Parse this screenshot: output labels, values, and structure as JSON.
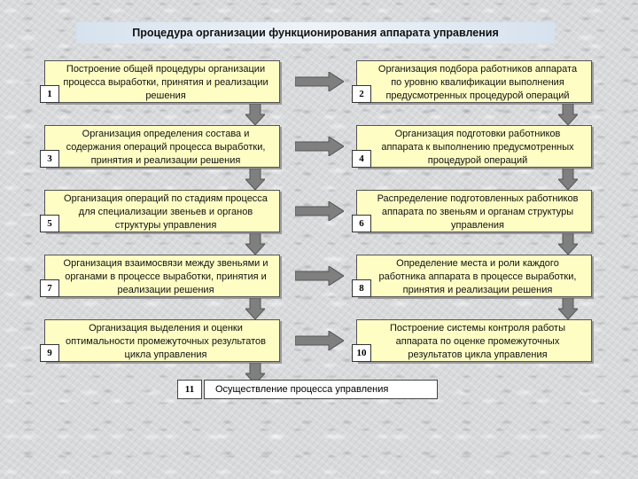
{
  "title": "Процедура организации функционирования аппарата управления",
  "steps": [
    {
      "num": "1",
      "text": "Построение общей процедуры организации процесса выработки, принятия и реализации  решения"
    },
    {
      "num": "2",
      "text": "Организация подбора работников аппарата по уровню квалификации выполнения предусмотренных процедурой операций"
    },
    {
      "num": "3",
      "text": "Организация определения состава и содержания операций процесса выработки, принятия и реализации решения"
    },
    {
      "num": "4",
      "text": "Организация подготовки работников аппарата к выполнению предусмотренных процедурой операций"
    },
    {
      "num": "5",
      "text": "Организация операций по стадиям процесса для специализации звеньев и органов структуры управления"
    },
    {
      "num": "6",
      "text": "Распределение подготовленных работников аппарата  по звеньям и органам структуры управления"
    },
    {
      "num": "7",
      "text": "Организация взаимосвязи между звеньями и органами в процессе выработки, принятия и реализации решения"
    },
    {
      "num": "8",
      "text": "Определение места и роли каждого работника аппарата в процессе выработки, принятия и реализации решения"
    },
    {
      "num": "9",
      "text": "Организация выделения и оценки оптимальности промежуточных результатов цикла управления"
    },
    {
      "num": "10",
      "text": "Построение системы контроля работы аппарата по оценке промежуточных результатов цикла управления"
    }
  ],
  "final": {
    "num": "11",
    "text": "Осуществление процесса управления"
  },
  "colors": {
    "box_fill": "#fdfdc4",
    "arrow_fill": "#7f7f7f",
    "title_bg": "#e4ecf4"
  }
}
